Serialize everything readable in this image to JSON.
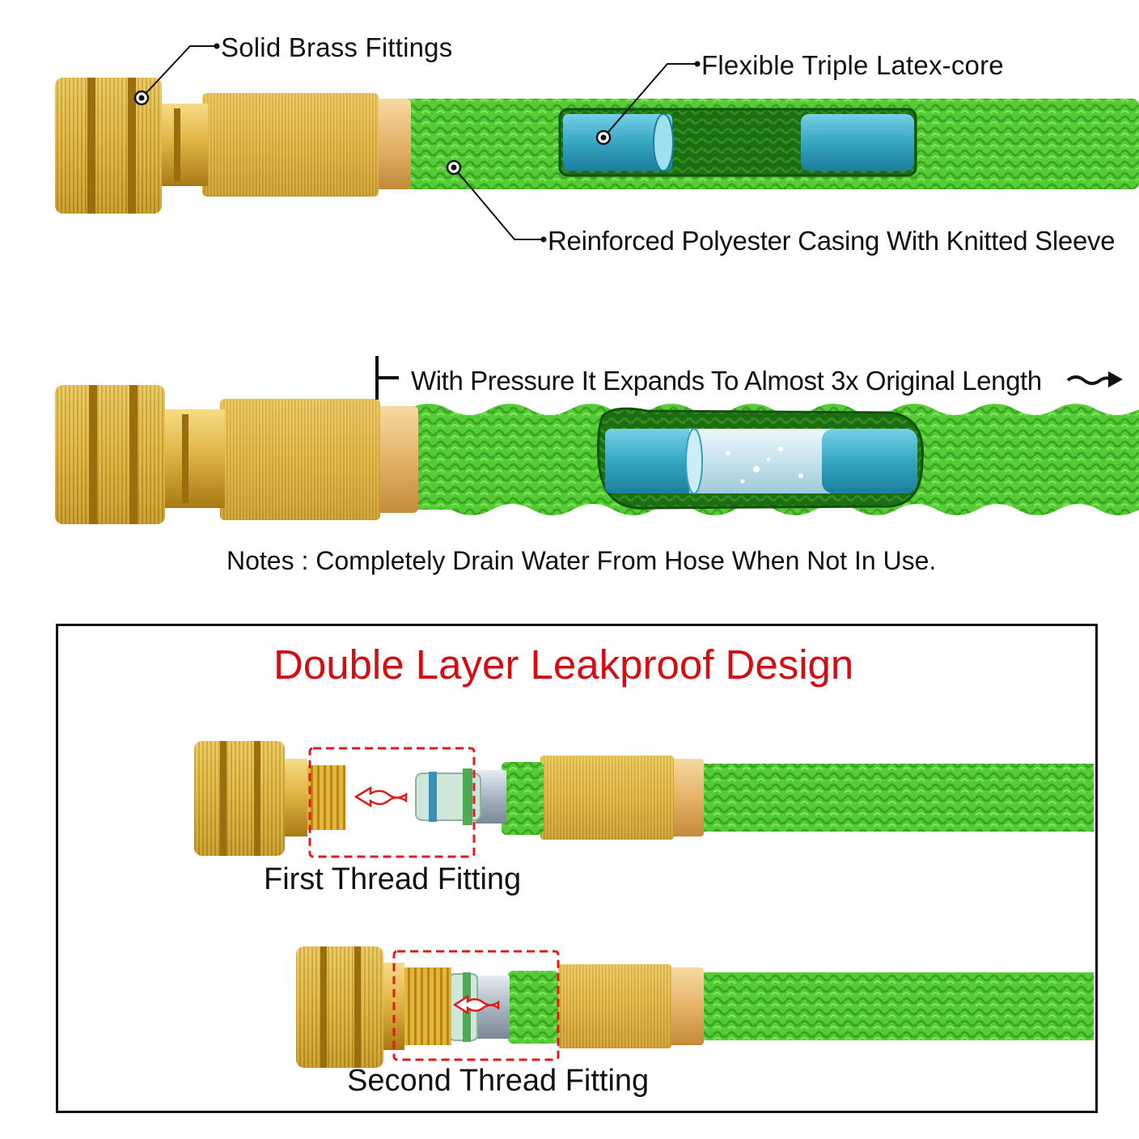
{
  "top_section": {
    "callouts": {
      "brass": "Solid Brass Fittings",
      "latex": "Flexible Triple Latex-core",
      "casing": "Reinforced Polyester Casing With Knitted Sleeve"
    }
  },
  "middle_section": {
    "expand_text": "With Pressure It Expands To Almost 3x Original Length",
    "notes": "Notes : Completely Drain Water From Hose When Not In Use."
  },
  "bottom_section": {
    "title": "Double Layer Leakproof Design",
    "first_fitting": "First Thread Fitting",
    "second_fitting": "Second Thread Fitting"
  },
  "colors": {
    "brass": "#d9b040",
    "brass_dark": "#a97c18",
    "hose_green": "#5fd23c",
    "hose_dark": "#2f9d20",
    "latex_blue": "#3aa9c4",
    "title_red": "#d40d12",
    "dash_red": "#e01b1b"
  }
}
